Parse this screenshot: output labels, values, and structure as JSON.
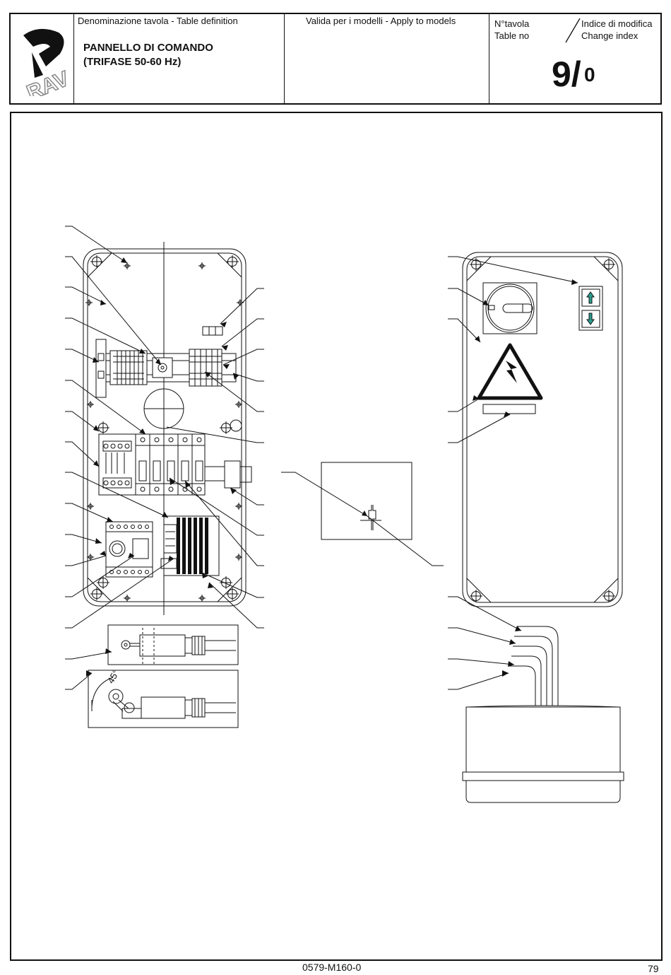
{
  "header": {
    "table_definition_label": "Denominazione tavola - Table definition",
    "title_line1": "PANNELLO DI COMANDO",
    "title_line2": "(TRIFASE 50-60 Hz)",
    "models_label": "Valida per i modelli - Apply to models",
    "table_no_it": "N°tavola",
    "table_no_en": "Table no",
    "change_index_it": "Indice di modifica",
    "change_index_en": "Change index",
    "table_number": "9/",
    "change_number": "0"
  },
  "logo": {
    "text": "RAV"
  },
  "footer": {
    "doc_code": "0579-M160-0",
    "page_number": "79"
  },
  "diagram": {
    "angle_label": "45°"
  },
  "colors": {
    "line": "#111111",
    "arrow_fill": "#2a9d8f"
  }
}
